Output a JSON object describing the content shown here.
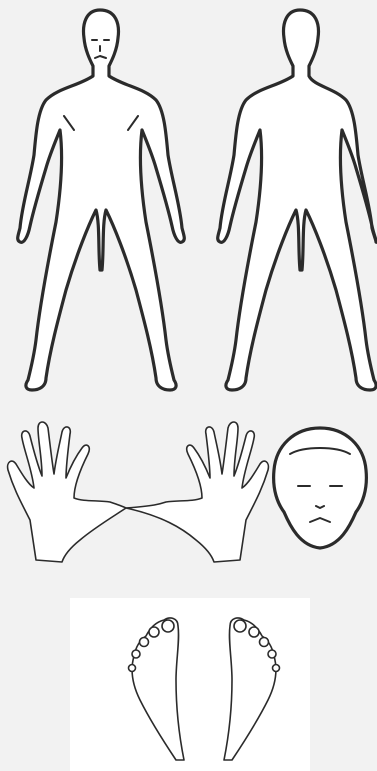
{
  "diagram": {
    "type": "body-map",
    "parts": [
      "body-front",
      "body-back",
      "hands",
      "face",
      "feet"
    ],
    "colors": {
      "background": "#f2f2f2",
      "outline": "#2b2b2b",
      "fill": "#ffffff"
    }
  }
}
